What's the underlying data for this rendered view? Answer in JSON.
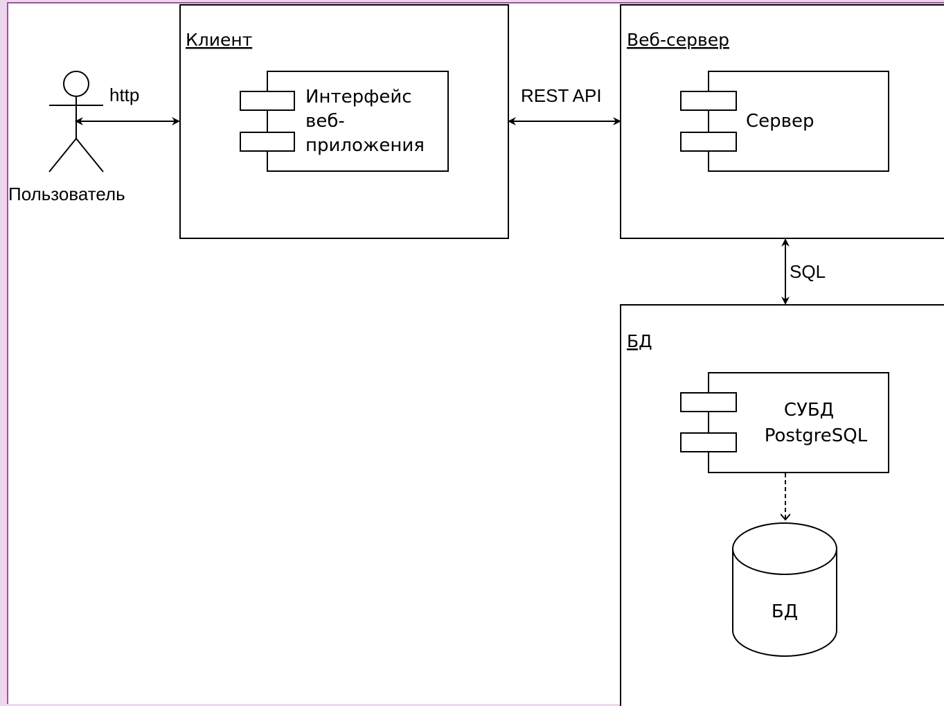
{
  "nodes": {
    "client": {
      "title": "Клиент"
    },
    "webserver": {
      "title": "Веб-сервер"
    },
    "db": {
      "title": "БД"
    }
  },
  "components": {
    "ui": {
      "lines": [
        "Интерфейс",
        "веб-",
        "приложения"
      ]
    },
    "server": {
      "label": "Сервер"
    },
    "dbms": {
      "lines": [
        "СУБД",
        "PostgreSQL"
      ]
    }
  },
  "actor": {
    "label": "Пользователь"
  },
  "database": {
    "label": "БД"
  },
  "edges": {
    "http": "http",
    "rest": "REST API",
    "sql": "SQL"
  }
}
